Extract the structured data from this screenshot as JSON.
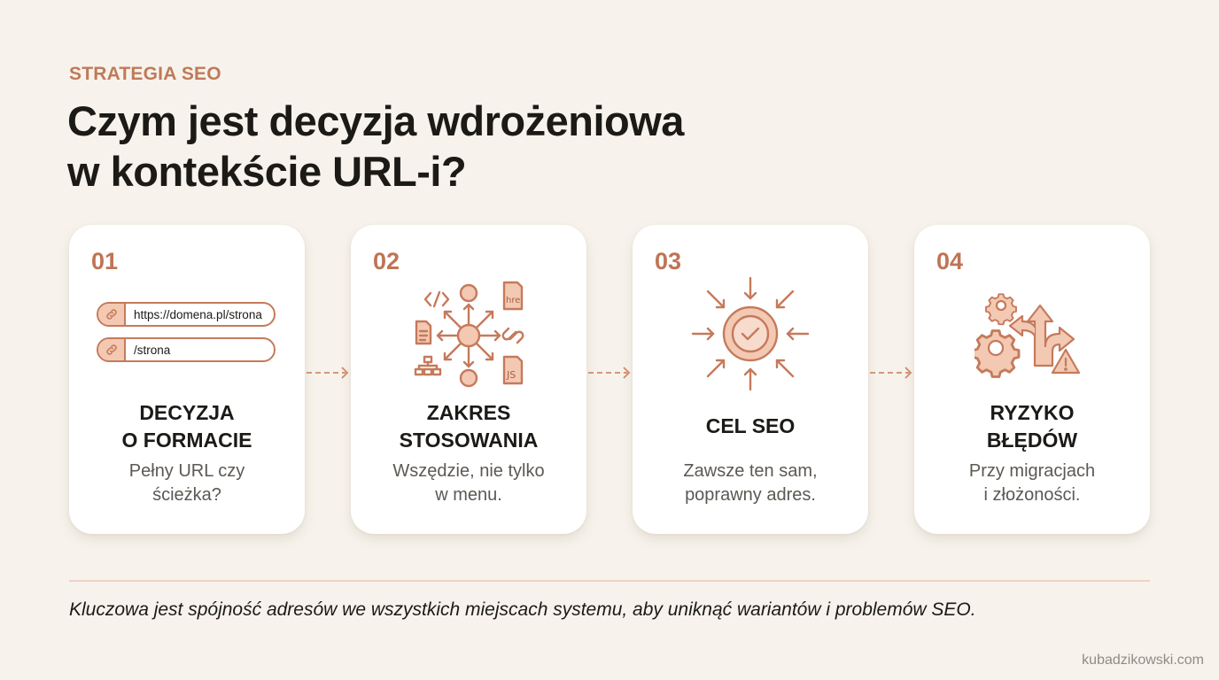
{
  "header": {
    "eyebrow": "STRATEGIA SEO",
    "title_line1": "Czym jest decyzja wdrożeniowa",
    "title_line2": "w kontekście URL-i?"
  },
  "colors": {
    "background": "#f7f3ec",
    "accent": "#bf7455",
    "accent_light": "#f3c9b3",
    "card": "#ffffff",
    "text_dark": "#1c1a17",
    "text_muted": "#5c5853"
  },
  "cards": [
    {
      "number": "01",
      "icon": "url-fields-icon",
      "url_examples": [
        "https://domena.pl/strona",
        "/strona"
      ],
      "heading_line1": "DECYZJA",
      "heading_line2": "O FORMACIE",
      "desc_line1": "Pełny URL czy",
      "desc_line2": "ścieżka?"
    },
    {
      "number": "02",
      "icon": "scope-network-icon",
      "icon_labels": [
        "</>",
        "hre",
        "JS"
      ],
      "heading_line1": "ZAKRES",
      "heading_line2": "STOSOWANIA",
      "desc_line1": "Wszędzie, nie tylko",
      "desc_line2": "w menu."
    },
    {
      "number": "03",
      "icon": "target-check-icon",
      "heading_line1": "CEL SEO",
      "desc_line1": "Zawsze ten sam,",
      "desc_line2": "poprawny adres."
    },
    {
      "number": "04",
      "icon": "gears-fork-warning-icon",
      "heading_line1": "RYZYKO",
      "heading_line2": "BŁĘDÓW",
      "desc_line1": "Przy migracjach",
      "desc_line2": "i złożoności."
    }
  ],
  "footer": {
    "note": "Kluczowa jest spójność adresów we wszystkich miejscach systemu, aby uniknąć wariantów i problemów SEO.",
    "brand": "kubadzikowski.com"
  }
}
